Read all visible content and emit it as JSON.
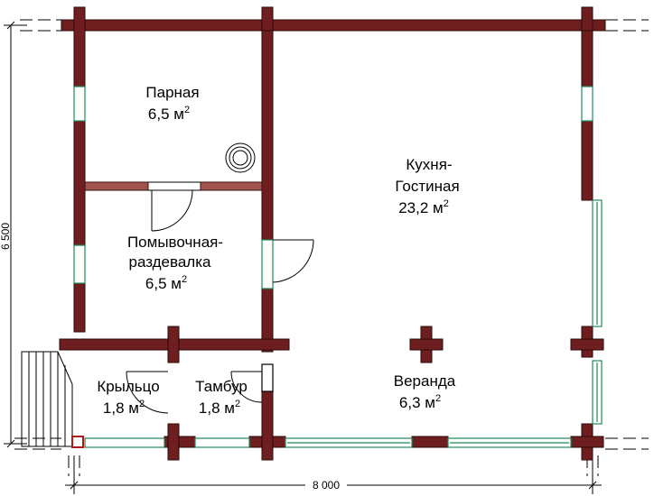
{
  "rooms": {
    "parnaya": {
      "name": "Парная",
      "area": "6,5 м",
      "sup": "2"
    },
    "kitchen": {
      "name1": "Кухня-",
      "name2": "Гостиная",
      "area": "23,2 м",
      "sup": "2"
    },
    "wash": {
      "name1": "Помывочная-",
      "name2": "раздевалка",
      "area": "6,5 м",
      "sup": "2"
    },
    "porch": {
      "name": "Крыльцо",
      "area": "1,8 м",
      "sup": "2"
    },
    "tambur": {
      "name": "Тамбур",
      "area": "1,8 м",
      "sup": "2"
    },
    "veranda": {
      "name": "Веранда",
      "area": "6,3 м",
      "sup": "2"
    }
  },
  "dimensions": {
    "height": "6 500",
    "width": "8 000"
  },
  "colors": {
    "wall": "#6e1e1e",
    "window": "#1f8a5a",
    "line": "#000000"
  }
}
